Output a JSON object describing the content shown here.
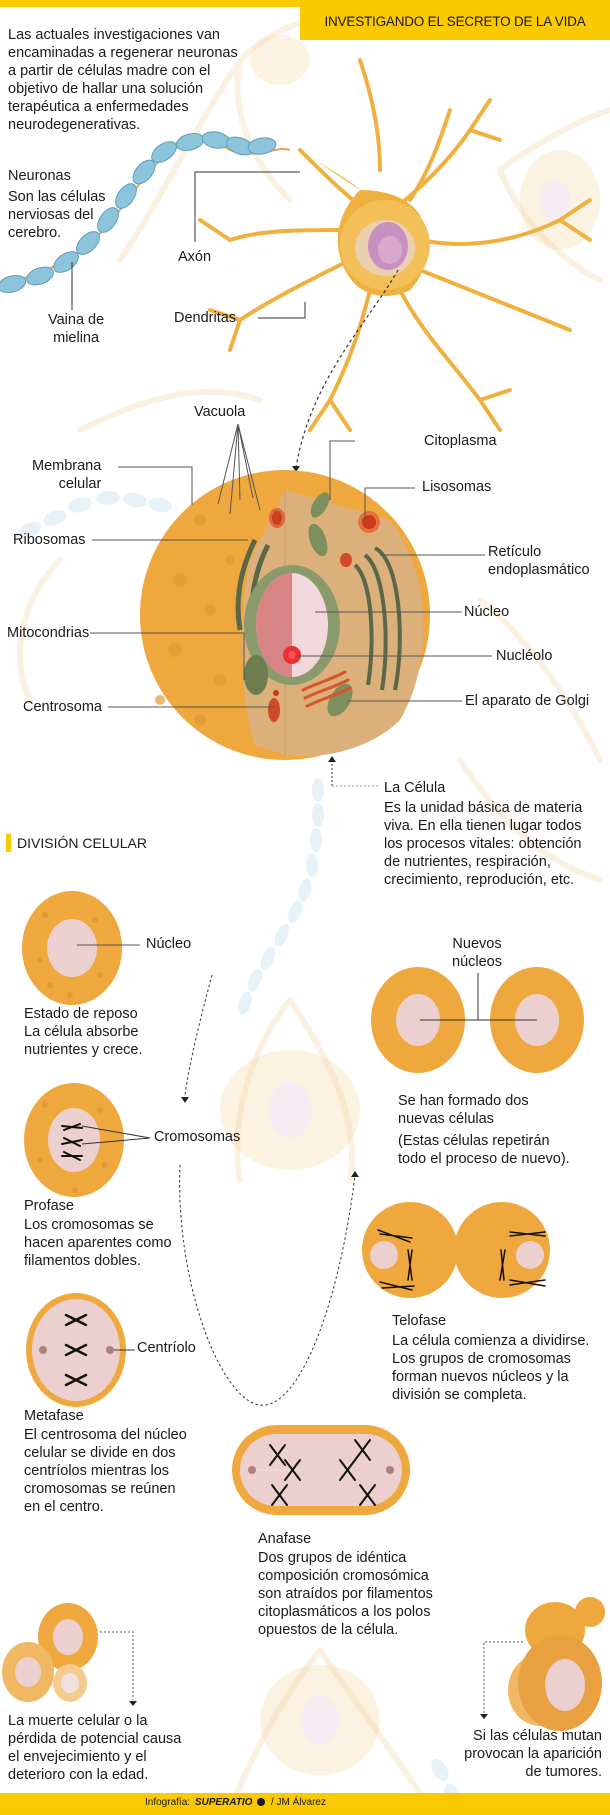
{
  "header": {
    "title": "INVESTIGANDO EL SECRETO DE LA VIDA"
  },
  "intro": {
    "lines": [
      "Las actuales investigaciones van",
      "encaminadas a regenerar neuronas",
      "a partir de células madre con el",
      "objetivo de hallar una solución",
      "terapéutica a enfermedades",
      "neurodegenerativas."
    ]
  },
  "neuron": {
    "title": "Neuronas",
    "description": [
      "Son las células",
      "nerviosas del",
      "cerebro."
    ],
    "labels": {
      "axon": "Axón",
      "dendrites": "Dendritas",
      "myelin": [
        "Vaina de",
        "mielina"
      ]
    }
  },
  "cell": {
    "labels": {
      "vacuole": "Vacuola",
      "membrane": [
        "Membrana",
        "celular"
      ],
      "ribosomes": "Ribosomas",
      "mitochondria": "Mitocondrias",
      "centrosome": "Centrosoma",
      "cytoplasm": "Citoplasma",
      "lysosomes": "Lisosomas",
      "er": [
        "Retículo",
        "endoplasmático"
      ],
      "nucleus": "Núcleo",
      "nucleolus": "Nucléolo",
      "golgi": "El aparato de Golgi"
    },
    "caption": {
      "title": "La Célula",
      "lines": [
        "Es la unidad básica de materia",
        "viva. En ella tienen lugar todos",
        "los procesos vitales: obtención",
        "de nutrientes, respiración,",
        "crecimiento, reprodución, etc."
      ]
    }
  },
  "division": {
    "section_title": "DIVISIÓN CELULAR",
    "rest": {
      "label": "Núcleo",
      "title": "Estado de reposo",
      "lines": [
        "La célula absorbe",
        "nutrientes y crece."
      ]
    },
    "prophase": {
      "label": "Cromosomas",
      "title": "Profase",
      "lines": [
        "Los cromosomas se",
        "hacen aparentes como",
        "filamentos dobles."
      ]
    },
    "metaphase": {
      "label": "Centríolo",
      "title": "Metafase",
      "lines": [
        "El centrosoma del núcleo",
        "celular se divide en dos",
        "centríolos mientras los",
        "cromosomas se reúnen",
        "en el centro."
      ]
    },
    "anaphase": {
      "title": "Anafase",
      "lines": [
        "Dos grupos de idéntica",
        "composición cromosómica",
        "son atraídos por filamentos",
        "citoplasmáticos a los polos",
        "opuestos de la célula."
      ]
    },
    "telophase": {
      "title": "Telofase",
      "lines": [
        "La célula comienza a dividirse.",
        "Los grupos de cromosomas",
        "forman nuevos núcleos y la",
        "división se completa."
      ]
    },
    "new_cells": {
      "label": [
        "Nuevos",
        "núcleos"
      ],
      "title": "Se han formado dos",
      "lines": [
        "nuevas células"
      ],
      "note": [
        "(Estas células repetirán",
        "todo el proceso de nuevo)."
      ]
    }
  },
  "outcomes": {
    "death": [
      "La muerte celular o la",
      "pérdida de potencial causa",
      "el envejecimiento y el",
      "deterioro con la edad."
    ],
    "tumor": [
      "Si las células mutan",
      "provocan la aparición",
      "de tumores."
    ]
  },
  "footer": {
    "credit_prefix": "Infografía:",
    "brand": "SUPERATIO",
    "author": "/ JM Álvarez"
  },
  "colors": {
    "accent_yellow": "#fbc900",
    "cell_orange": "#efa83d",
    "nucleus_pink": "#f0d2d2",
    "organelle_green": "#7d8f5c",
    "myelin_blue": "#8cc4dc"
  }
}
